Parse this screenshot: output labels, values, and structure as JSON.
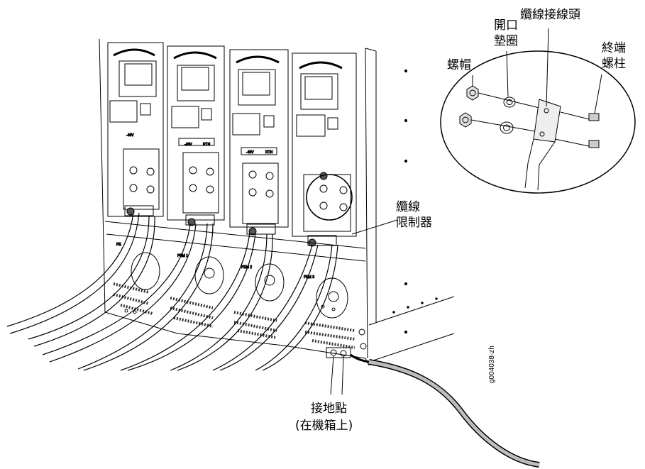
{
  "callouts": {
    "nut": "螺帽",
    "split_washer_line1": "開口",
    "split_washer_line2": "墊圈",
    "cable_lug": "纜線接線頭",
    "terminal_stud_line1": "終端",
    "terminal_stud_line2": "螺柱",
    "cable_restraint_line1": "纜線",
    "cable_restraint_line2": "限制器",
    "grounding_points_line1": "接地點",
    "grounding_points_line2": "(在機箱上)"
  },
  "figure_id": "g004038-zh",
  "panel_labels": {
    "voltage": "-48V",
    "rtn": "RTN",
    "pem_1": "PEM 1",
    "pem_2": "PEM 2",
    "pem_3": "PEM 3",
    "pem_0": "PE"
  }
}
